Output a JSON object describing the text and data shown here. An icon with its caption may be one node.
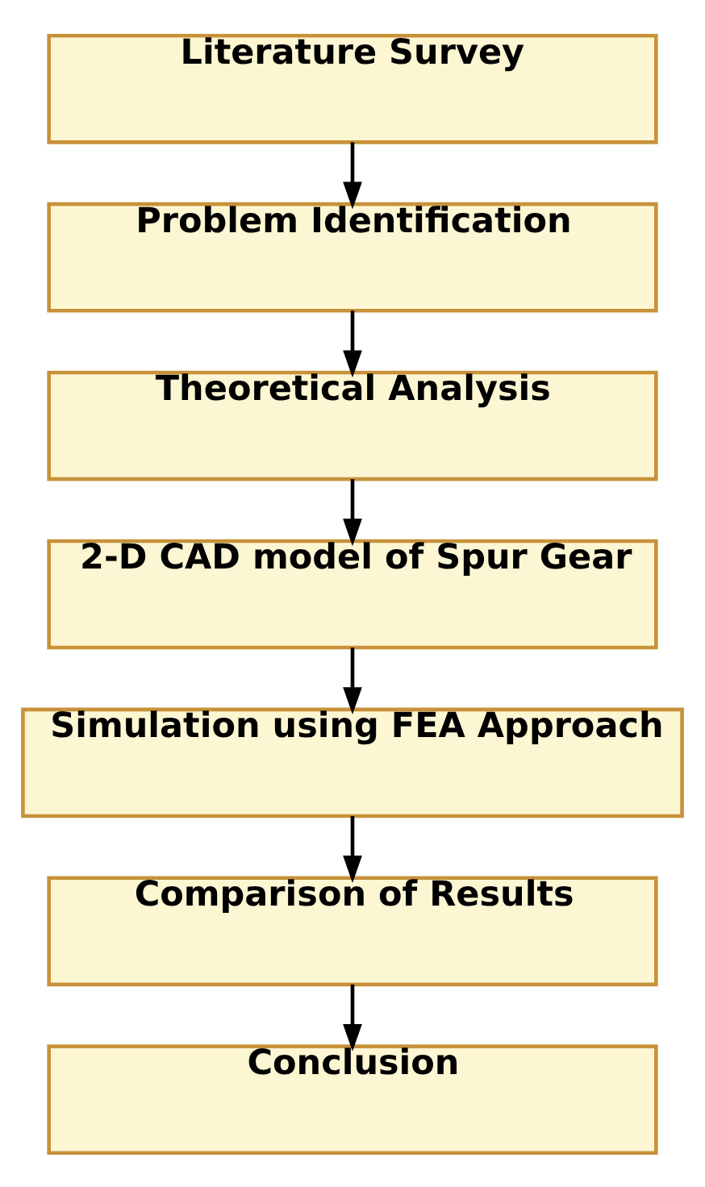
{
  "diagram": {
    "nodes": [
      {
        "text": [
          "Literature Survey"
        ]
      },
      {
        "text": [
          "Problem Identification"
        ]
      },
      {
        "text": [
          "Theoretical Analysis"
        ]
      },
      {
        "text": [
          "2-D CAD model of Spur Gear"
        ]
      },
      {
        "text": [
          "Simulation using FEA Approach"
        ]
      },
      {
        "text": [
          "Comparison of Results"
        ]
      },
      {
        "text": [
          "Conclusion"
        ]
      }
    ],
    "edges": [
      {
        "from": 0,
        "to": 1,
        "arrow": "to"
      },
      {
        "from": 1,
        "to": 2,
        "arrow": "to"
      },
      {
        "from": 2,
        "to": 3,
        "arrow": "to"
      },
      {
        "from": 3,
        "to": 4,
        "arrow": "to"
      },
      {
        "from": 4,
        "to": 5,
        "arrow": "to"
      },
      {
        "from": 5,
        "to": 6,
        "arrow": "to"
      }
    ]
  }
}
